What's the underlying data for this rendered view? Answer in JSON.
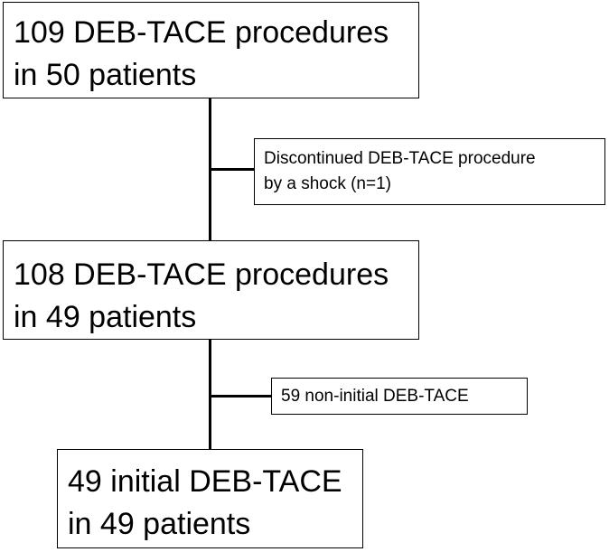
{
  "flow": {
    "box1": {
      "line1": "109 DEB-TACE procedures",
      "line2": "in 50 patients"
    },
    "exclusion1": {
      "line1": "Discontinued DEB-TACE procedure",
      "line2": "by a shock (n=1)"
    },
    "box2": {
      "line1": "108 DEB-TACE procedures",
      "line2": "in 49 patients"
    },
    "exclusion2": {
      "line1": "59 non-initial DEB-TACE"
    },
    "box3": {
      "line1": "49 initial DEB-TACE",
      "line2": "in 49 patients"
    }
  },
  "colors": {
    "line": "#000000",
    "box_border": "#000000",
    "background": "#ffffff"
  }
}
